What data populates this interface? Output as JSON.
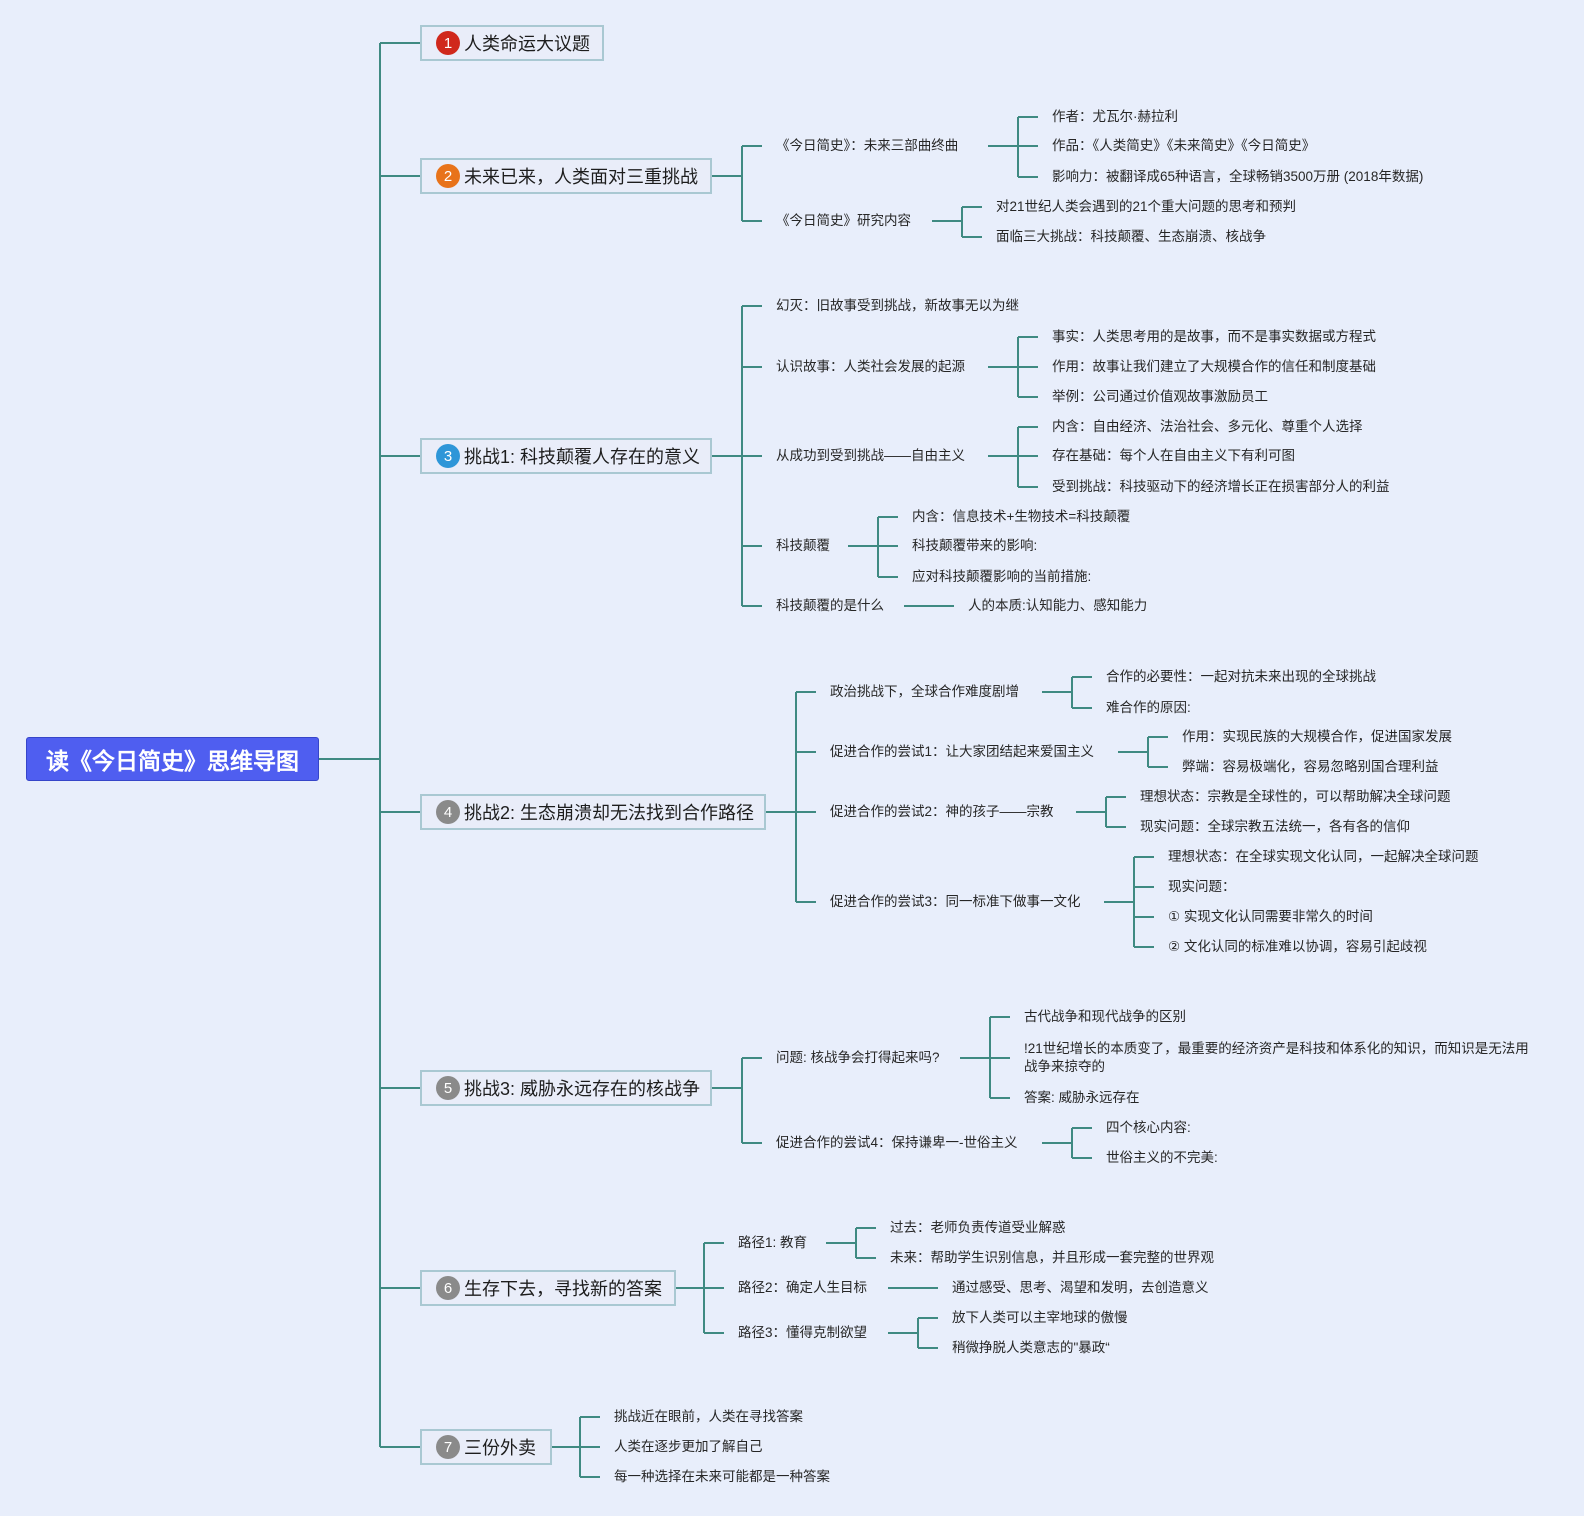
{
  "root": "读《今日简史》思维导图",
  "colors": {
    "line": "#3f8a82",
    "root_bg": "#4f5ef0",
    "badge1": "#d0281c",
    "badge2": "#e8731a",
    "badge3": "#2e96d8",
    "badge_gray": "#8a8a8a"
  },
  "branches": [
    {
      "num": "1",
      "label": "人类命运大议题"
    },
    {
      "num": "2",
      "label": "未来已来，人类面对三重挑战"
    },
    {
      "num": "3",
      "label": "挑战1: 科技颠覆人存在的意义"
    },
    {
      "num": "4",
      "label": "挑战2: 生态崩溃却无法找到合作路径"
    },
    {
      "num": "5",
      "label": "挑战3: 威胁永远存在的核战争"
    },
    {
      "num": "6",
      "label": "生存下去，寻找新的答案"
    },
    {
      "num": "7",
      "label": "三份外卖"
    }
  ],
  "b2": {
    "s1": "《今日简史》：未来三部曲终曲",
    "s1_items": [
      "作者：尤瓦尔·赫拉利",
      "作品：《人类简史》《未来简史》《今日简史》",
      "影响力：被翻译成65种语言，全球畅销3500万册 (2018年数据)"
    ],
    "s2": "《今日简史》研究内容",
    "s2_items": [
      "对21世纪人类会遇到的21个重大问题的思考和预判",
      "面临三大挑战：科技颠覆、生态崩溃、核战争"
    ]
  },
  "b3": {
    "s1": "幻灭：旧故事受到挑战，新故事无以为继",
    "s2": "认识故事：人类社会发展的起源",
    "s2_items": [
      "事实：人类思考用的是故事，而不是事实数据或方程式",
      "作用：故事让我们建立了大规模合作的信任和制度基础",
      "举例：公司通过价值观故事激励员工"
    ],
    "s3": "从成功到受到挑战——自由主义",
    "s3_items": [
      "内含：自由经济、法治社会、多元化、尊重个人选择",
      "存在基础：每个人在自由主义下有利可图",
      "受到挑战：科技驱动下的经济增长正在损害部分人的利益"
    ],
    "s4": "科技颠覆",
    "s4_items": [
      "内含：信息技术+生物技术=科技颠覆",
      "科技颠覆带来的影响:",
      "应对科技颠覆影响的当前措施:"
    ],
    "s5": "科技颠覆的是什么",
    "s5_items": [
      "人的本质:认知能力、感知能力"
    ]
  },
  "b4": {
    "s1": "政治挑战下，全球合作难度剧增",
    "s1_items": [
      "合作的必要性：一起对抗未来出现的全球挑战",
      "难合作的原因:"
    ],
    "s2": "促进合作的尝试1：让大家团结起来爱国主义",
    "s2_items": [
      "作用：实现民族的大规模合作，促进国家发展",
      "弊端：容易极端化，容易忽略别国合理利益"
    ],
    "s3": "促进合作的尝试2：神的孩子——宗教",
    "s3_items": [
      "理想状态：宗教是全球性的，可以帮助解决全球问题",
      "现实问题：全球宗教五法统一，各有各的信仰"
    ],
    "s4": "促进合作的尝试3：同一标准下做事一文化",
    "s4_items": [
      "理想状态：在全球实现文化认同，一起解决全球问题",
      "现实问题：",
      "① 实现文化认同需要非常久的时间",
      "② 文化认同的标准难以协调，容易引起歧视"
    ]
  },
  "b5": {
    "s1": "问题: 核战争会打得起来吗?",
    "s1_items": [
      "古代战争和现代战争的区别",
      "!21世纪增长的本质变了，最重要的经济资产是科技和体系化的知识，而知识是无法用战争来掠夺的",
      "答案: 威胁永远存在"
    ],
    "s2": "促进合作的尝试4：保持谦卑一-世俗主义",
    "s2_items": [
      "四个核心内容:",
      "世俗主义的不完美:"
    ]
  },
  "b6": {
    "s1": "路径1: 教育",
    "s1_items": [
      "过去：老师负责传道受业解惑",
      "未来：帮助学生识别信息，并且形成一套完整的世界观"
    ],
    "s2": "路径2：确定人生目标",
    "s2_items": [
      "通过感受、思考、渴望和发明，去创造意义"
    ],
    "s3": "路径3：懂得克制欲望",
    "s3_items": [
      "放下人类可以主宰地球的傲慢",
      "稍微挣脱人类意志的\"暴政“"
    ]
  },
  "b7": {
    "items": [
      "挑战近在眼前，人类在寻找答案",
      "人类在逐步更加了解自己",
      "每一种选择在未来可能都是一种答案"
    ]
  }
}
